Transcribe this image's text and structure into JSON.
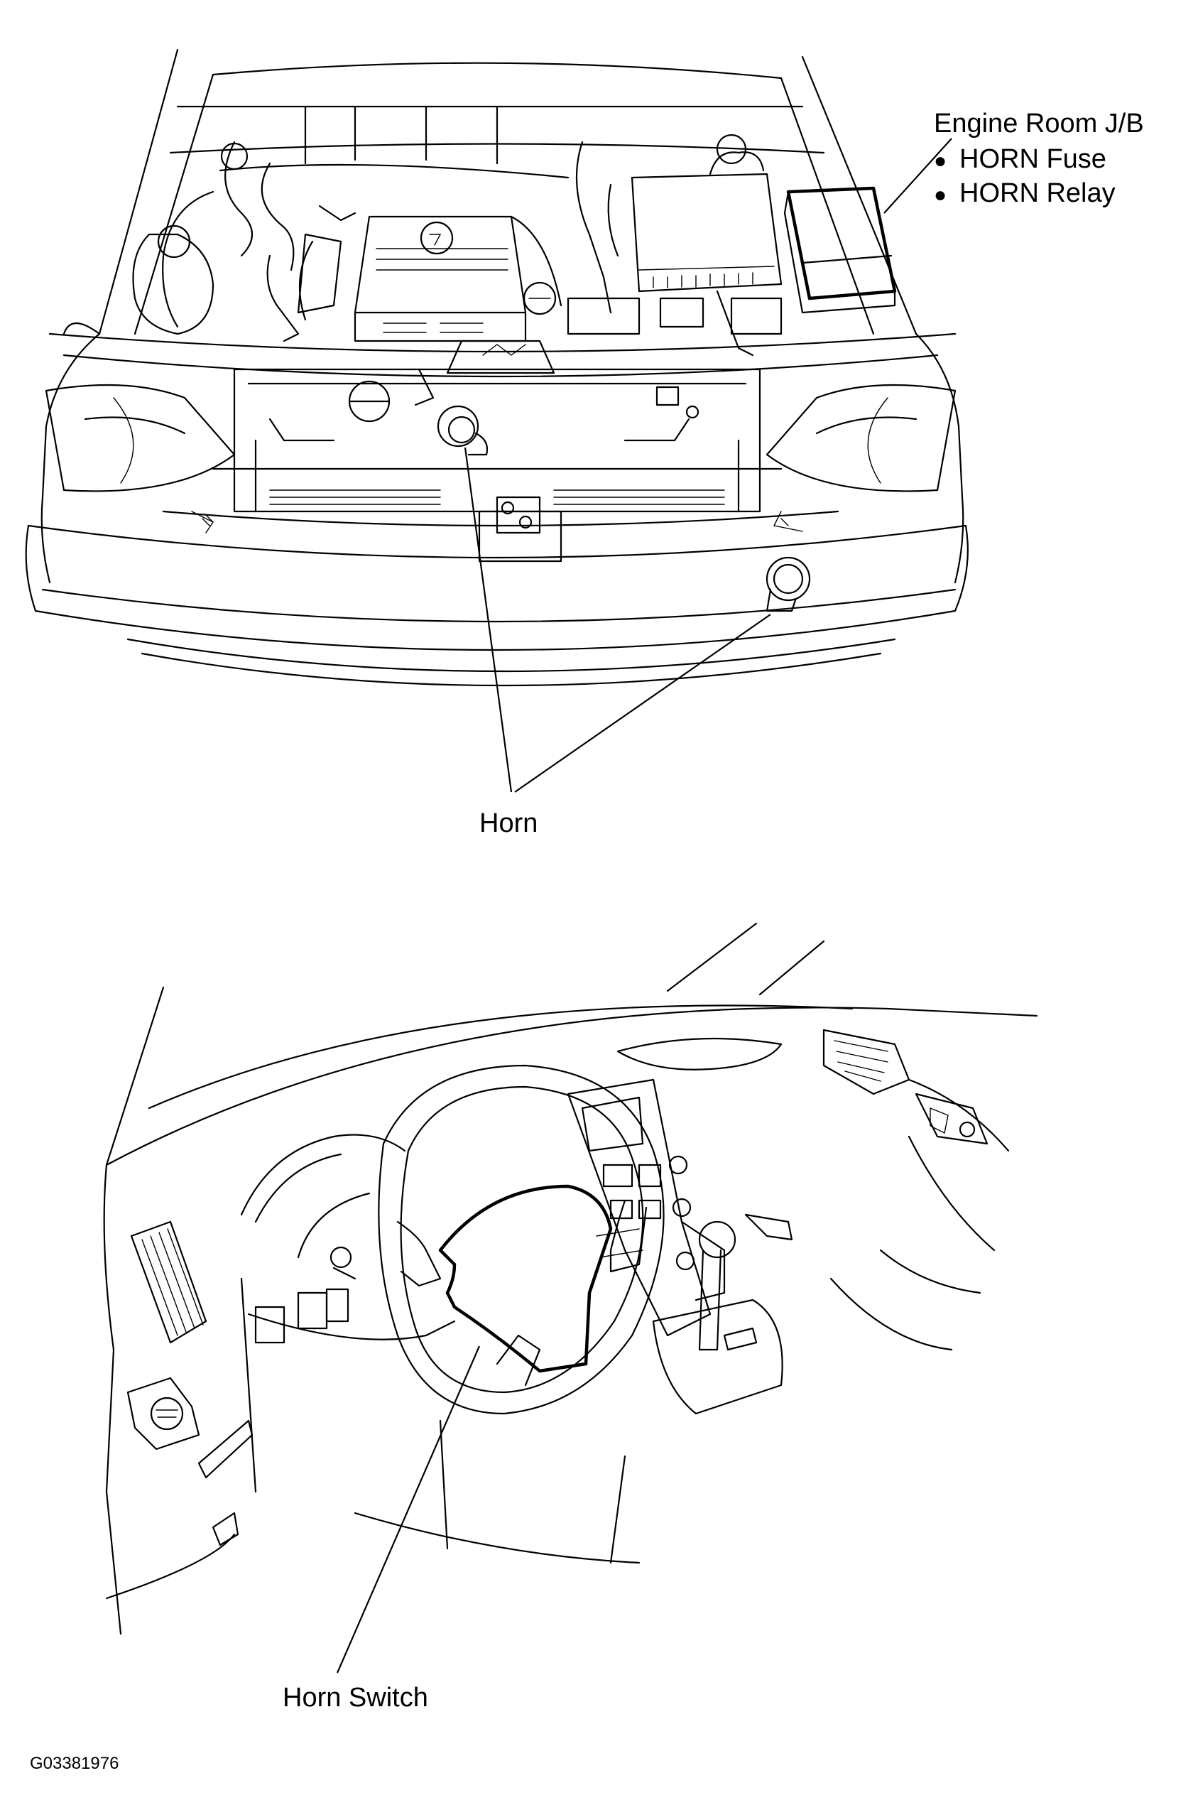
{
  "labels": {
    "engine_room_jb": "Engine Room J/B",
    "horn_fuse": "HORN Fuse",
    "horn_relay": "HORN Relay",
    "horn": "Horn",
    "horn_switch": "Horn Switch"
  },
  "figure_id": "G03381976"
}
